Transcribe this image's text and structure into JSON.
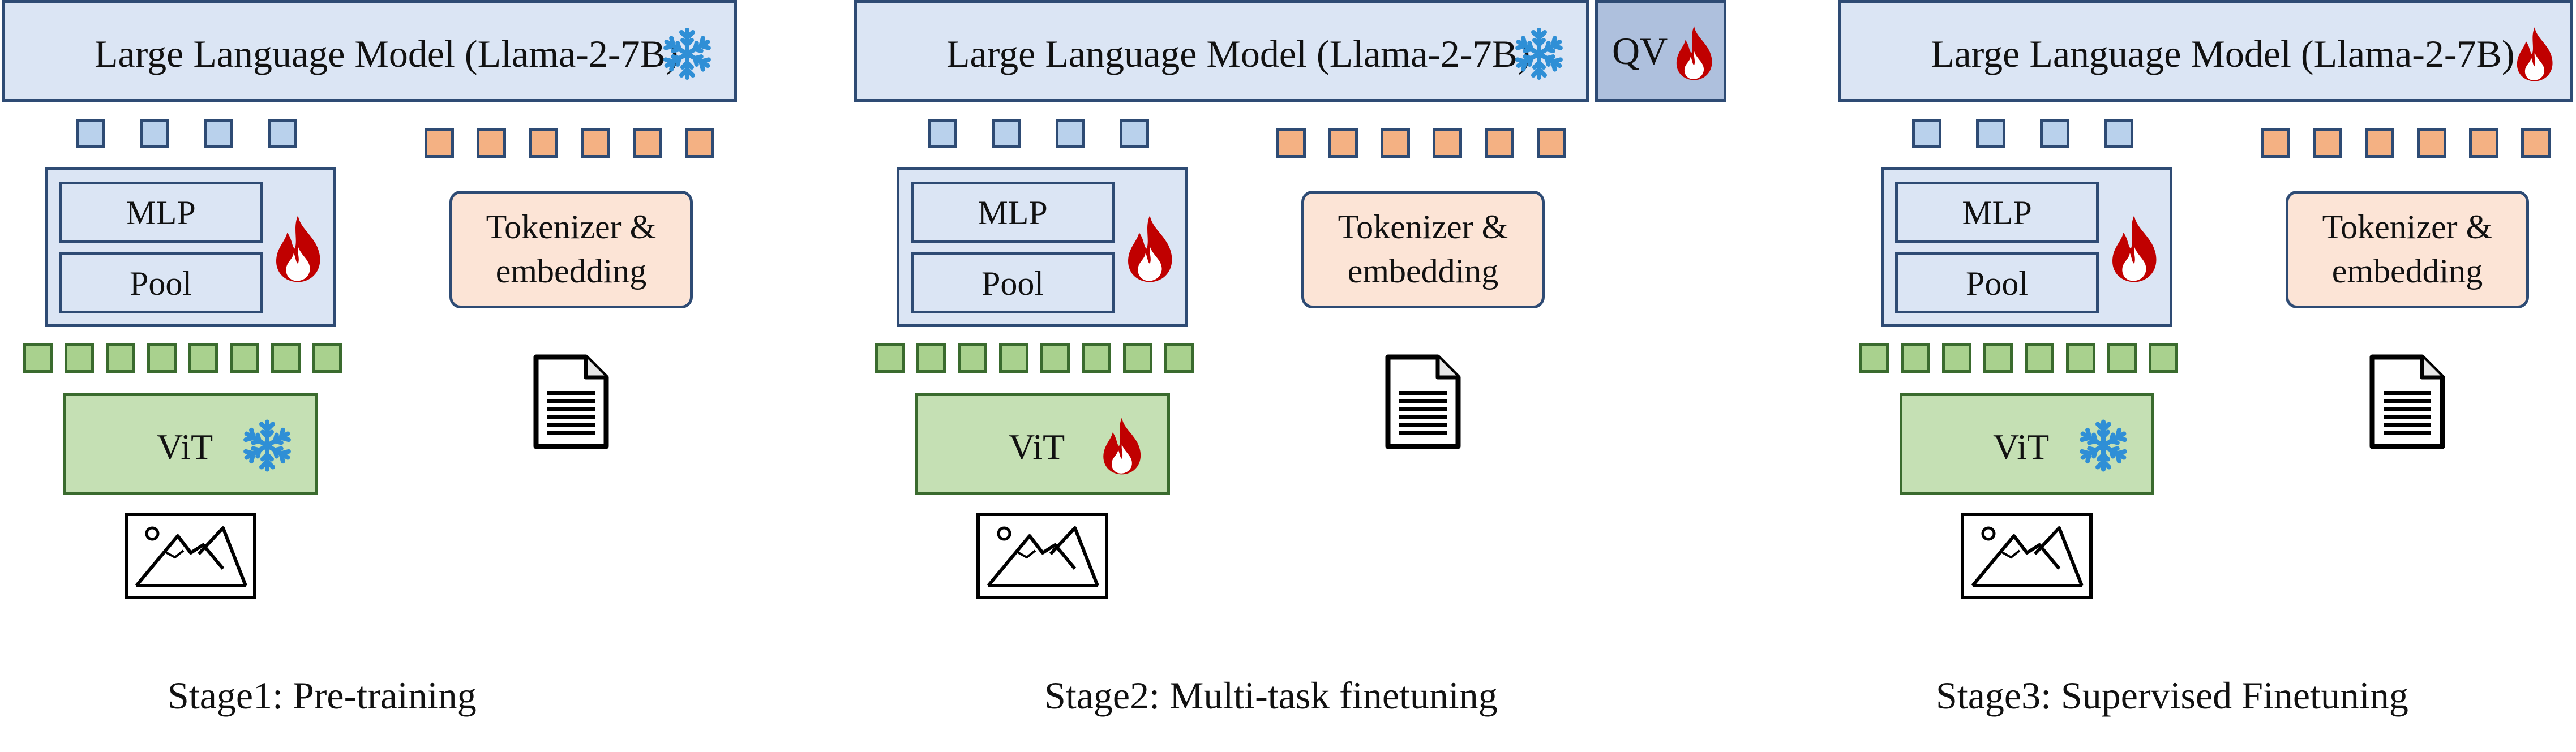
{
  "stages": [
    {
      "caption": "Stage1: Pre-training",
      "llm_label": "Large Language Model (Llama-2-7B)",
      "llm_state": "frozen-snowflake-icon",
      "projector": {
        "mlp_label": "MLP",
        "pool_label": "Pool",
        "state": "trainable-flame-icon"
      },
      "tokenizer": {
        "line1": "Tokenizer &",
        "line2": "embedding"
      },
      "vit": {
        "label": "ViT",
        "state": "frozen-snowflake-icon"
      },
      "inputs": [
        "image-icon",
        "document-icon"
      ]
    },
    {
      "caption": "Stage2: Multi-task finetuning",
      "llm_label": "Large Language Model (Llama-2-7B)",
      "llm_state": "frozen-snowflake-icon",
      "qv_label": "QV",
      "qv_state": "trainable-flame-icon",
      "projector": {
        "mlp_label": "MLP",
        "pool_label": "Pool",
        "state": "trainable-flame-icon"
      },
      "tokenizer": {
        "line1": "Tokenizer &",
        "line2": "embedding"
      },
      "vit": {
        "label": "ViT",
        "state": "trainable-flame-icon"
      },
      "inputs": [
        "image-icon",
        "document-icon"
      ]
    },
    {
      "caption": "Stage3: Supervised Finetuning",
      "llm_label": "Large Language Model (Llama-2-7B)",
      "llm_state": "trainable-flame-icon",
      "projector": {
        "mlp_label": "MLP",
        "pool_label": "Pool",
        "state": "trainable-flame-icon"
      },
      "tokenizer": {
        "line1": "Tokenizer &",
        "line2": "embedding"
      },
      "vit": {
        "label": "ViT",
        "state": "frozen-snowflake-icon"
      },
      "inputs": [
        "image-icon",
        "document-icon"
      ]
    }
  ],
  "colors": {
    "border_blue": "#2e4b74",
    "llm_fill": "#dbe5f4",
    "qv_fill": "#aec0dd",
    "vision_token": "#b9d1ec",
    "text_token": "#f4b183",
    "vit_fill": "#c5e0b4",
    "vit_token": "#a9d18e",
    "tokenizer_fill": "#fce4d6",
    "flame": "#c00000",
    "snowflake": "#2f8fd6"
  }
}
